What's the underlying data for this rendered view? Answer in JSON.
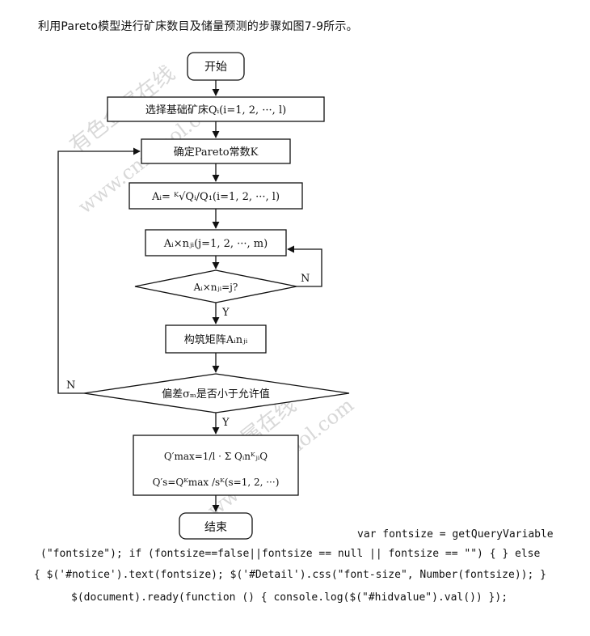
{
  "intro_text": "利用Pareto模型进行矿床数目及储量预测的步骤如图7-9所示。",
  "flowchart": {
    "start": "开始",
    "step1": "选择基础矿床Qᵢ(i=1, 2, ···, l)",
    "step2": "确定Pareto常数K",
    "step3": "Aᵢ= ᴷ√Qᵢ/Q₁(i=1, 2, ···, l)",
    "step4": "Aᵢ×nⱼᵢ(j=1, 2, ···, m)",
    "decision1": "Aᵢ×nⱼᵢ=j?",
    "decision1_no": "N",
    "decision1_yes": "Y",
    "step5": "构筑矩阵Aᵢnⱼᵢ",
    "decision2": "偏差σₘ是否小于允许值",
    "decision2_no": "N",
    "decision2_yes": "Y",
    "step6_line1": "Q′max=1/l · Σ QᵢnᴷⱼᵢQ",
    "step6_line2": "Q′s=Qᴷmax /sᴷ(s=1, 2, ···)",
    "end": "结束"
  },
  "watermarks": [
    "有色金属在线",
    "www.cnmmol.com"
  ],
  "code_lines": [
    "var fontsize = getQueryVariable",
    "(\"fontsize\"); if (fontsize==false||fontsize == null || fontsize == \"\") { } else",
    "{ $('#notice').text(fontsize); $('#Detail').css(\"font-size\", Number(fontsize)); }",
    "$(document).ready(function () { console.log($(\"#hidvalue\").val()) });"
  ]
}
